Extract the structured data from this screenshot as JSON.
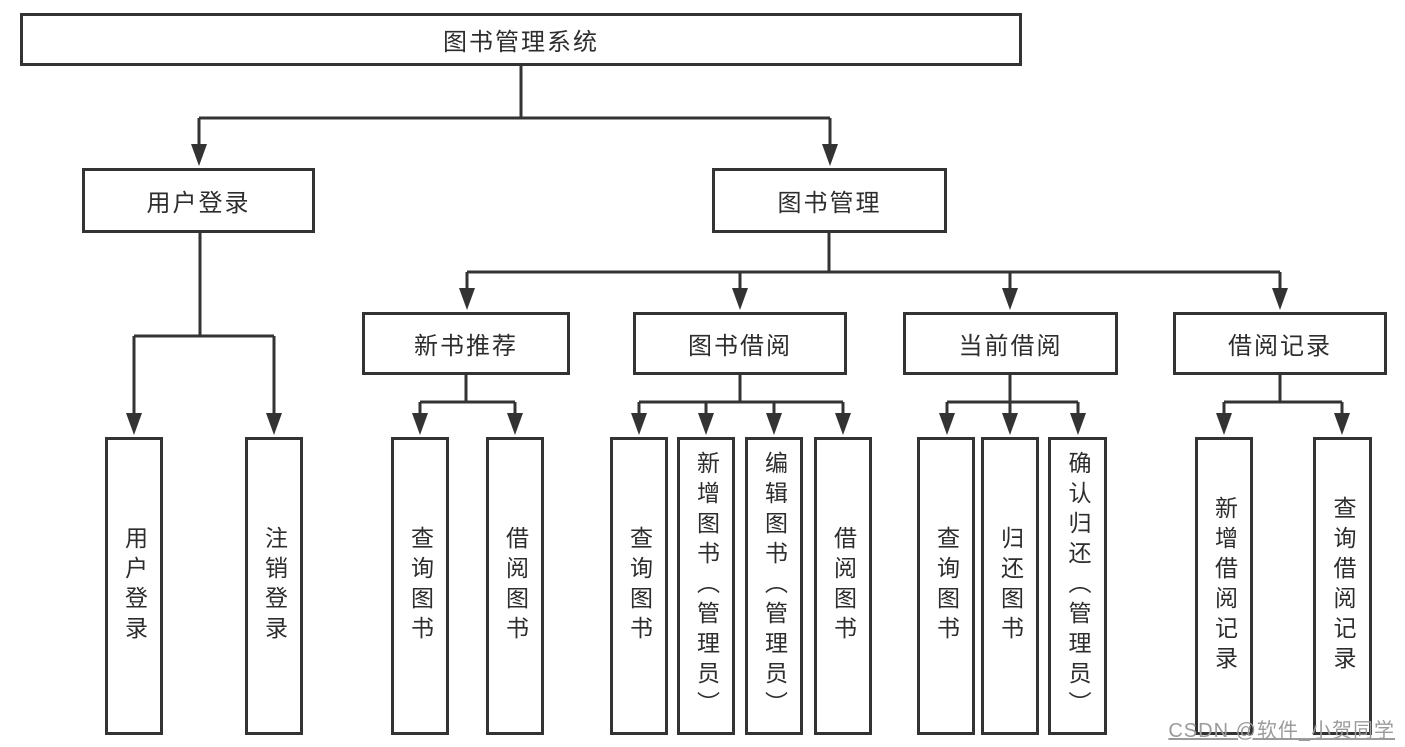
{
  "diagram": {
    "root_label": "图书管理系统",
    "branches": [
      {
        "label": "用户登录",
        "children": [
          "用户登录",
          "注销登录"
        ]
      },
      {
        "label": "图书管理",
        "sections": [
          {
            "label": "新书推荐",
            "children": [
              "查询图书",
              "借阅图书"
            ]
          },
          {
            "label": "图书借阅",
            "children": [
              "查询图书",
              "新增图书（管理员）",
              "编辑图书（管理员）",
              "借阅图书"
            ]
          },
          {
            "label": "当前借阅",
            "children": [
              "查询图书",
              "归还图书",
              "确认归还（管理员）"
            ]
          },
          {
            "label": "借阅记录",
            "children": [
              "新增借阅记录",
              "查询借阅记录"
            ]
          }
        ]
      }
    ]
  },
  "watermark": {
    "text": "CSDN @软件_小贺同学",
    "color": "#9b9b9b"
  }
}
